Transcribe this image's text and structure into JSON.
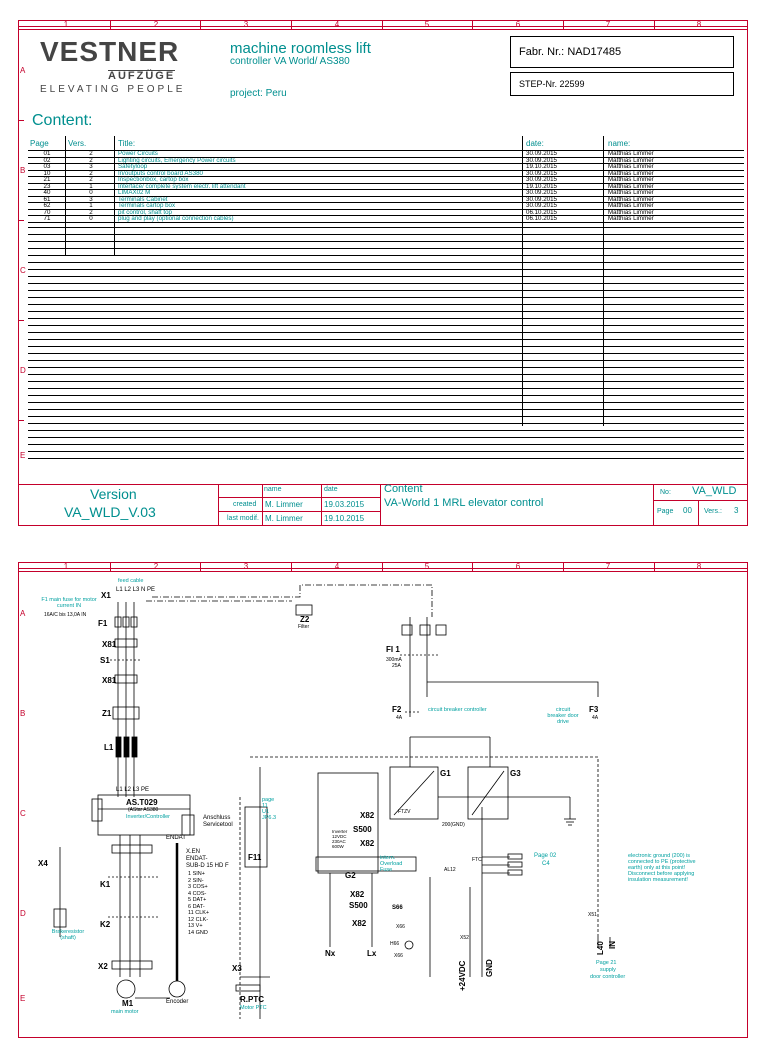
{
  "grid": {
    "columns": [
      "1",
      "2",
      "3",
      "4",
      "5",
      "6",
      "7",
      "8"
    ],
    "rows": [
      "A",
      "B",
      "C",
      "D",
      "E"
    ]
  },
  "sheet1": {
    "logo": {
      "name": "VESTNER",
      "sub": "AUFZÜGE",
      "tagline": "ELEVATING PEOPLE"
    },
    "heading": "machine roomless lift",
    "subheading": "controller VA World/ AS380",
    "project": "project: Peru",
    "fabr_label": "Fabr. Nr.:",
    "fabr_value": "NAD17485",
    "step_label": "STEP-Nr.",
    "step_value": "22599",
    "content_title": "Content:",
    "table": {
      "headers": [
        "Page",
        "Vers.",
        "Title:",
        "date:",
        "name:"
      ],
      "rows": [
        [
          "01",
          "2",
          "Power Circuits",
          "30.09.2015",
          "Matthias Limmer"
        ],
        [
          "02",
          "2",
          "Lighting circuits, Emergency Power circuits",
          "30.09.2015",
          "Matthias Limmer"
        ],
        [
          "03",
          "3",
          "Safetyloop",
          "19.10.2015",
          "Matthias Limmer"
        ],
        [
          "10",
          "2",
          "In/outputs control board AS380",
          "30.09.2015",
          "Matthias Limmer"
        ],
        [
          "21",
          "2",
          "Inspectionbox, cartop box",
          "30.09.2015",
          "Matthias Limmer"
        ],
        [
          "23",
          "1",
          "Interface/ complete system electr. lift attendant",
          "19.10.2015",
          "Matthias Limmer"
        ],
        [
          "40",
          "0",
          "LIMAX02 M",
          "30.09.2015",
          "Matthias Limmer"
        ],
        [
          "61",
          "3",
          "Terminals Cabinet",
          "30.09.2015",
          "Matthias Limmer"
        ],
        [
          "62",
          "1",
          "Terminals cartop box",
          "30.09.2015",
          "Matthias Limmer"
        ],
        [
          "70",
          "2",
          "pit control, shaft top",
          "06.10.2015",
          "Matthias Limmer"
        ],
        [
          "71",
          "0",
          "plug and play (optional connection cables)",
          "06.10.2015",
          "Matthias Limmer"
        ]
      ]
    },
    "footer": {
      "version_line1": "Version",
      "version_line2": "VA_WLD_V.03",
      "col_name": "name",
      "col_date": "date",
      "created_label": "created",
      "created_name": "M. Limmer",
      "created_date": "19.03.2015",
      "modif_label": "last modif.",
      "modif_name": "M. Limmer",
      "modif_date": "19.10.2015",
      "content_line1": "Content",
      "content_line2": "VA-World 1 MRL elevator control",
      "no_label": "No:",
      "no_value": "VA_WLD",
      "page_label": "Page",
      "page_value": "00",
      "vers_label": "Vers.:",
      "vers_value": "3"
    }
  },
  "sheet2": {
    "labels": {
      "feed_cable": "feed cable",
      "x1": "X1",
      "phases": "L1 L2 L3  N  PE",
      "f1_note": "F1 main fuse for motor current IN",
      "f1_rating": "16A/C bis 13,0A IN",
      "f1": "F1",
      "x81a": "X81",
      "s1": "S1",
      "x81b": "X81",
      "z1": "Z1",
      "l1": "L1",
      "z2": "Z2",
      "filter": "Filter",
      "fi1": "FI 1",
      "fi_rating1": "300mA",
      "fi_rating2": "25A",
      "f2": "F2",
      "f2_rating": "4A",
      "f2_note": "circuit breaker controller",
      "f3": "F3",
      "f3_rating": "4A",
      "f3_note": "circuit breaker door drive",
      "g1": "G1",
      "g3": "G3",
      "g2": "G2",
      "as_t029": "AS.T029",
      "as_sub": "(AStar AS380",
      "inv": "Inverter/Controller",
      "l123pe": "L1 L2 L3     PE",
      "anschluss": "Anschluss",
      "service": "Servicetool",
      "endat": "ENDAT",
      "x_en": "X.EN",
      "endat2": "ENDAT-",
      "subd": "SUB-D 15 HD F",
      "pins": [
        "1  SIN+",
        "2  SIN-",
        "3  COS+",
        "4  COS-",
        "5  DAT+",
        "6  DAT-",
        "11 CLK+",
        "12 CLK-",
        "13 V+",
        "14 GND"
      ],
      "x4": "X4",
      "k1": "K1",
      "k2": "K2",
      "x2": "X2",
      "m1": "M1",
      "m1_note": "main motor",
      "encoder": "Encoder",
      "brake_note": "Brakeresistor (shaft)",
      "f11": "F11",
      "page_ref": "page 11 U1 JP6.3",
      "x3": "X3",
      "rptc": "R.PTC",
      "rptc_note": "Motor PTC",
      "s500a": "S500",
      "x82a": "X82",
      "x82b": "X82",
      "x82c": "X82",
      "x82d": "X82",
      "s500b": "S500",
      "inverter_spec": "Inverter 12VDC 230AC 600W",
      "overload": "intern. Overload Fuse",
      "al12": "AL12",
      "ftzv": "FTZV",
      "ftc": "FTC",
      "gnd_label": "200(GND)",
      "s66": "S66",
      "x66a": "X66",
      "h66": "H66",
      "x66b": "X66",
      "x52": "X52",
      "nx": "Nx",
      "lx": "Lx",
      "v24": "+24VDC",
      "gnd": "GND",
      "page02": "Page 02",
      "c4": "C4",
      "ground_note": "electronic ground (200) is connected to PE (protective earth) only at this point! Disconnect before applying insulation measurement!",
      "x51": "X51",
      "l40": "L40",
      "in": "IN",
      "page21": "Page 21",
      "supply": "supply",
      "door_ctrl": "door controller"
    }
  }
}
